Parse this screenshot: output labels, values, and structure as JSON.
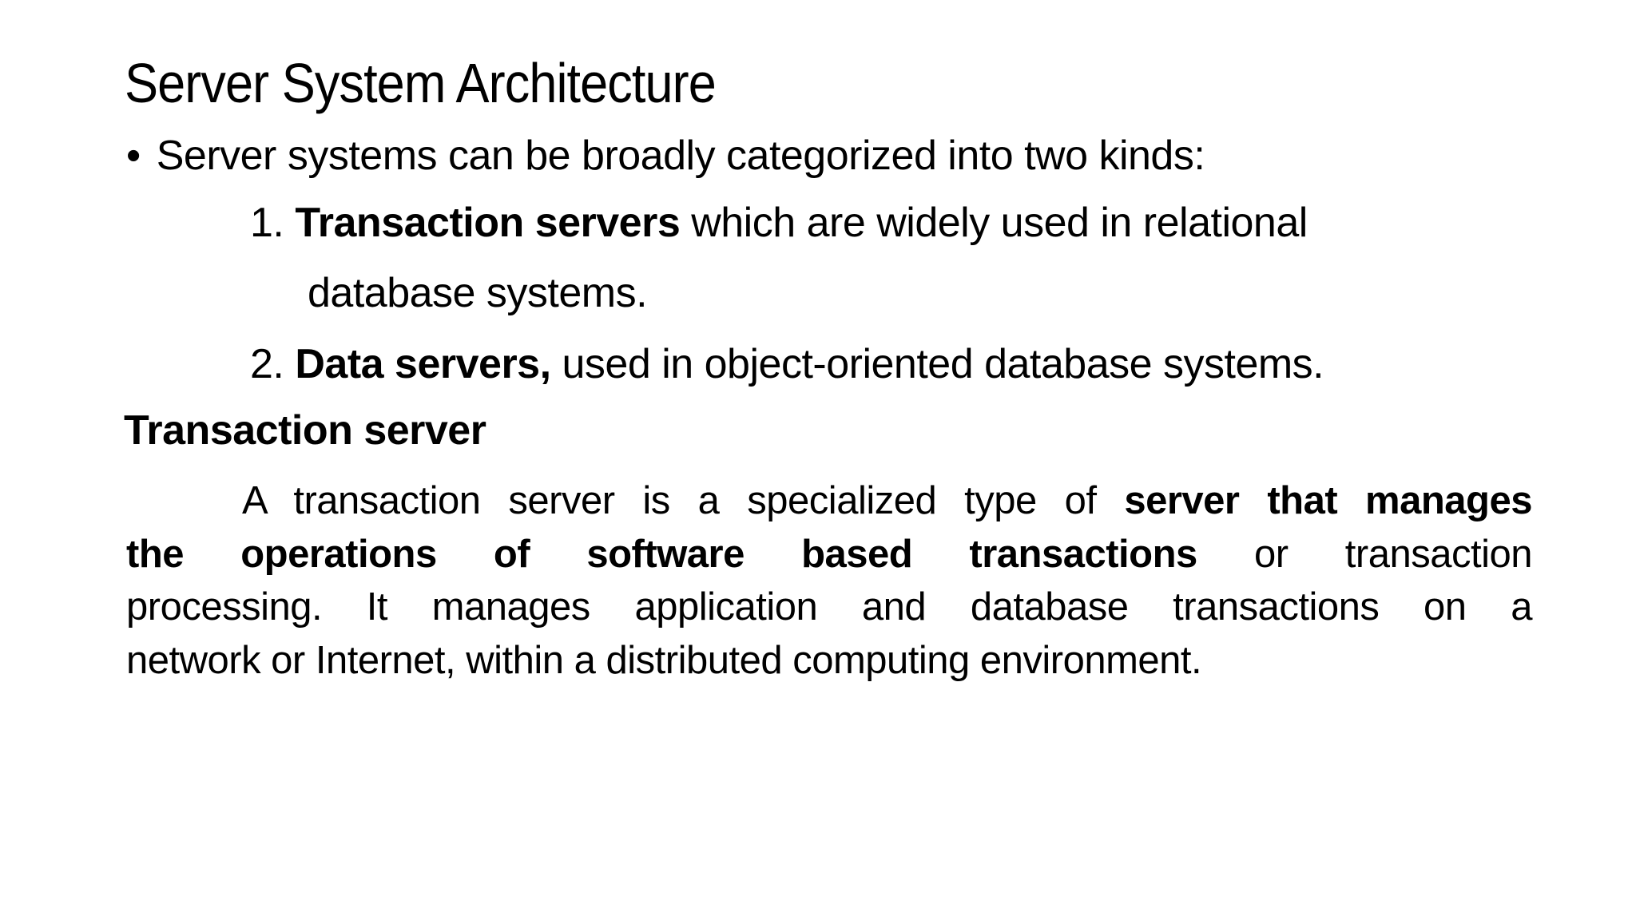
{
  "slide": {
    "title": "Server System Architecture",
    "bullet": {
      "glyph": "•",
      "text": "Server systems can be broadly categorized into two kinds:"
    },
    "numbered_items": [
      {
        "number": "1.",
        "bold": "Transaction servers",
        "rest": " which are widely used in relational",
        "continuation": "database systems."
      },
      {
        "number": "2.",
        "bold": "Data servers,",
        "rest": " used in object-oriented database systems.",
        "continuation": ""
      }
    ],
    "heading": "Transaction server",
    "paragraph": {
      "full_text": "A transaction server is a specialized type of server that manages the operations of software based transactions or transaction processing. It manages application and database transactions on a network or Internet, within a distributed computing environment.",
      "lines": [
        {
          "pre": "A transaction server is a specialized type of ",
          "bold": "server that manages",
          "post": ""
        },
        {
          "pre": "",
          "bold": "the operations of software based transactions",
          "post": " or transaction"
        },
        {
          "pre": "processing. It manages application and database transactions on a",
          "bold": "",
          "post": ""
        },
        {
          "pre": "network or Internet, within a distributed computing environment.",
          "bold": "",
          "post": ""
        }
      ]
    },
    "colors": {
      "text": "#000000",
      "background": "#ffffff"
    }
  }
}
